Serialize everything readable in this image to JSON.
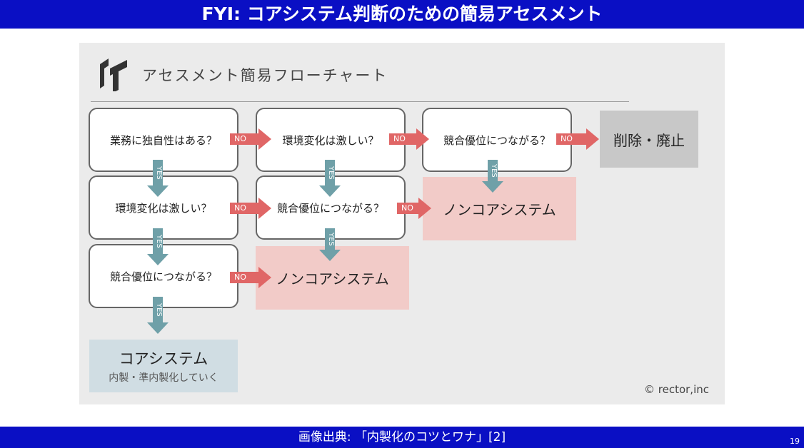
{
  "slide": {
    "title": "FYI: コアシステム判断のための簡易アセスメント",
    "source": "画像出典: 「内製化のコツとワナ」[2]",
    "page_number": "19"
  },
  "flowchart": {
    "heading": "アセスメント簡易フローチャート",
    "questions": {
      "q1": "業務に独自性はある？",
      "q2": "環境変化は激しい？",
      "q3": "競合優位につながる？"
    },
    "yes_label": "YES",
    "no_label": "NO",
    "results": {
      "abolish": "削除・廃止",
      "noncore": "ノンコアシステム",
      "core": "コアシステム",
      "core_sub": "内製・準内製化していく"
    },
    "copyright": "© rector,inc",
    "colors": {
      "no_arrow": "#e06666",
      "yes_arrow": "#6fa0a8",
      "noncore": "#f2cbc8",
      "core": "#d0dde3",
      "abolish": "#c8c8c8",
      "bar": "#0a0fc4"
    }
  }
}
